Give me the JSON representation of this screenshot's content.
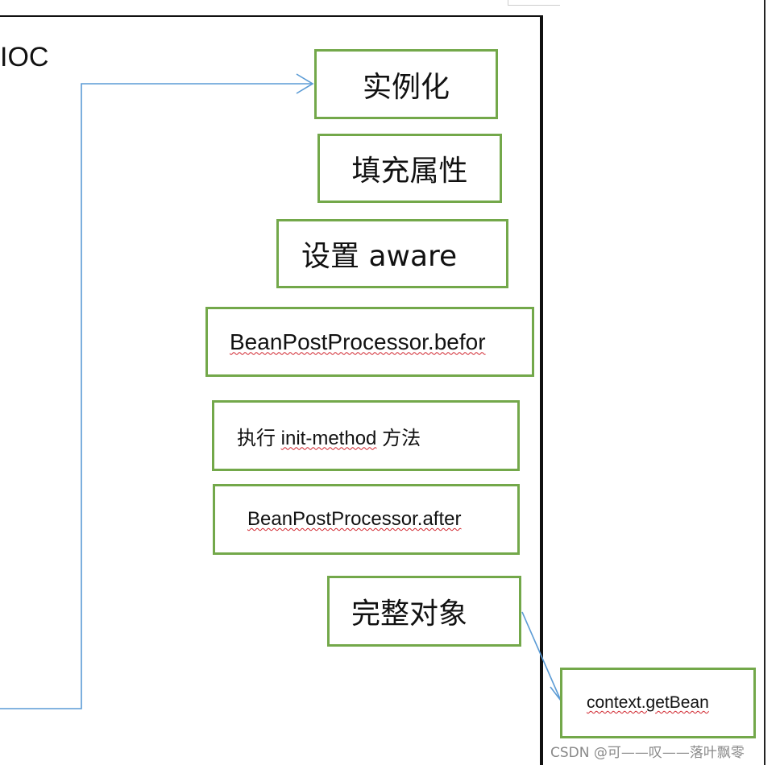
{
  "diagram": {
    "title": "IOC",
    "steps": [
      {
        "label": "实例化"
      },
      {
        "label": "填充属性"
      },
      {
        "label": "设置 aware"
      },
      {
        "label": "BeanPostProcessor.befor"
      },
      {
        "label_prefix": "执行 ",
        "label_code": "init-method",
        "label_suffix": " 方法"
      },
      {
        "label": "BeanPostProcessor.after"
      },
      {
        "label": "完整对象"
      }
    ],
    "external": {
      "label": "context.getBean"
    },
    "colors": {
      "box_border": "#73a84a",
      "arrow": "#5b9bd5",
      "frame": "#111111",
      "spell_underline": "#d0232c"
    }
  },
  "watermark": {
    "text": "CSDN @可——叹——落叶飘零"
  }
}
